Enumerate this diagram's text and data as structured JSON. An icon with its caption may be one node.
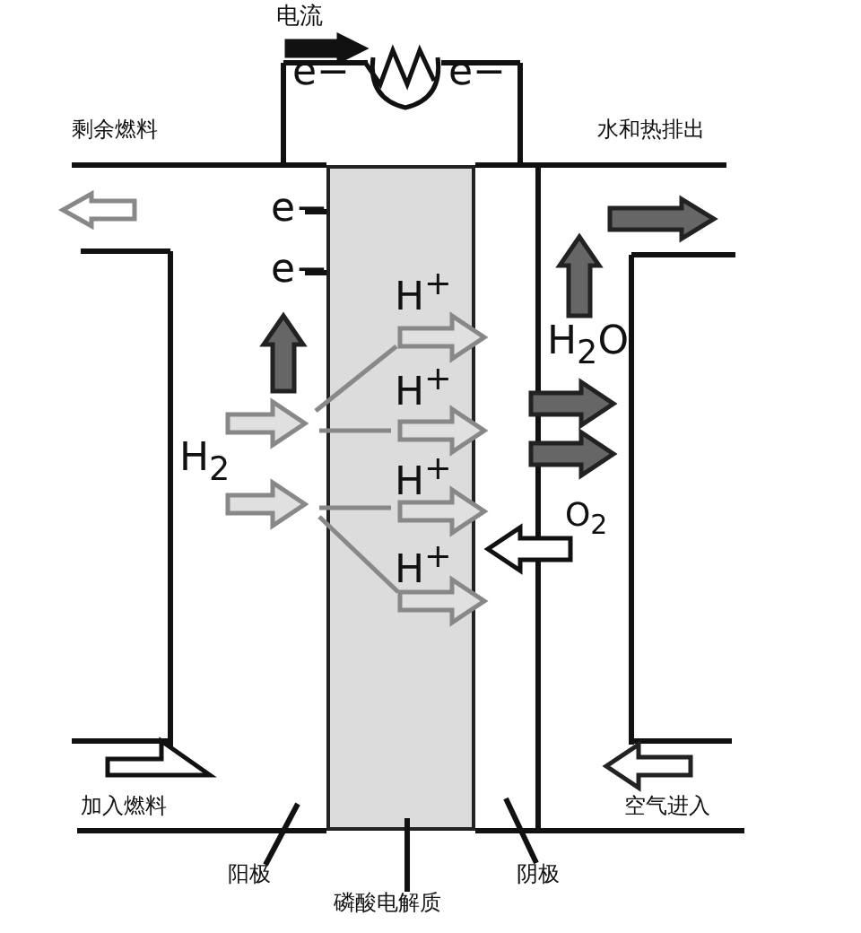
{
  "diagram": {
    "nodes": [
      {
        "text": [
          "阳极"
        ]
      },
      {
        "text": [
          "磷酸电解质"
        ]
      },
      {
        "text": [],
        "shape": "box"
      },
      {
        "text": [
          "阴极"
        ]
      }
    ],
    "edges": [
      {
        "from": 0,
        "to": null,
        "arrow": "none"
      },
      {
        "from": 1,
        "to": 2,
        "arrow": "none"
      },
      {
        "from": 3,
        "to": null,
        "arrow": "none"
      }
    ],
    "labels": [
      "电流",
      "e−",
      "e−",
      "剩余燃料",
      "水和热排出",
      "e−",
      "e−",
      "H$^{+}$",
      "H$^{+}$",
      "H$_{2}$O",
      "H$_{2}$",
      "H$^{+}$",
      "O$_{2}$",
      "H$^{+}$",
      "加入燃料",
      "空气进入"
    ]
  }
}
